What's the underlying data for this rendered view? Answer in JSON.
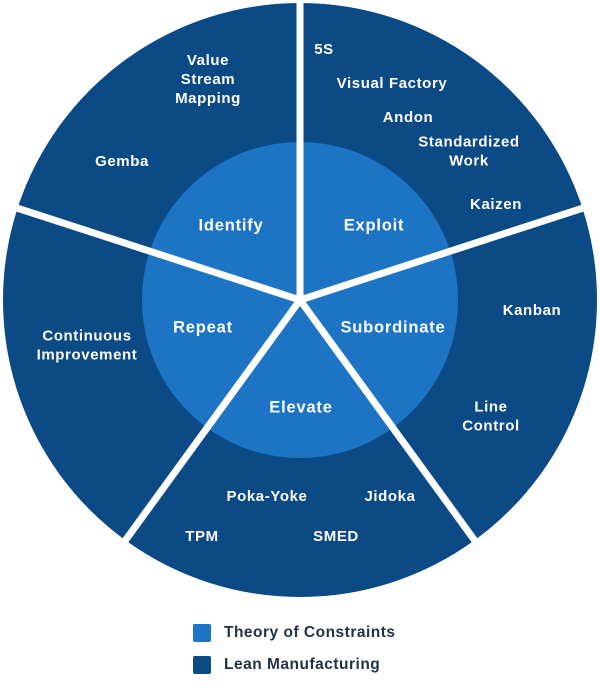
{
  "colors": {
    "outer": "#0c4a86",
    "inner": "#1d74c4",
    "gap": "#ffffff",
    "legend_text": "#223246"
  },
  "outer_segments": [
    {
      "labels": [
        [
          "Value",
          "Stream",
          "Mapping"
        ],
        [
          "Gemba"
        ]
      ]
    },
    {
      "labels": [
        [
          "5S"
        ],
        [
          "Visual Factory"
        ],
        [
          "Andon"
        ],
        [
          "Standardized",
          "Work"
        ],
        [
          "Kaizen"
        ]
      ]
    },
    {
      "labels": [
        [
          "Kanban"
        ],
        [
          "Line",
          "Control"
        ]
      ]
    },
    {
      "labels": [
        [
          "Poka-Yoke"
        ],
        [
          "Jidoka"
        ],
        [
          "TPM"
        ],
        [
          "SMED"
        ]
      ]
    },
    {
      "labels": [
        [
          "Continuous",
          "Improvement"
        ]
      ]
    }
  ],
  "inner_labels": [
    "Identify",
    "Exploit",
    "Subordinate",
    "Elevate",
    "Repeat"
  ],
  "legend": [
    {
      "label": "Theory of Constraints",
      "color": "#1d74c4"
    },
    {
      "label": "Lean Manufacturing",
      "color": "#0c4a86"
    }
  ]
}
